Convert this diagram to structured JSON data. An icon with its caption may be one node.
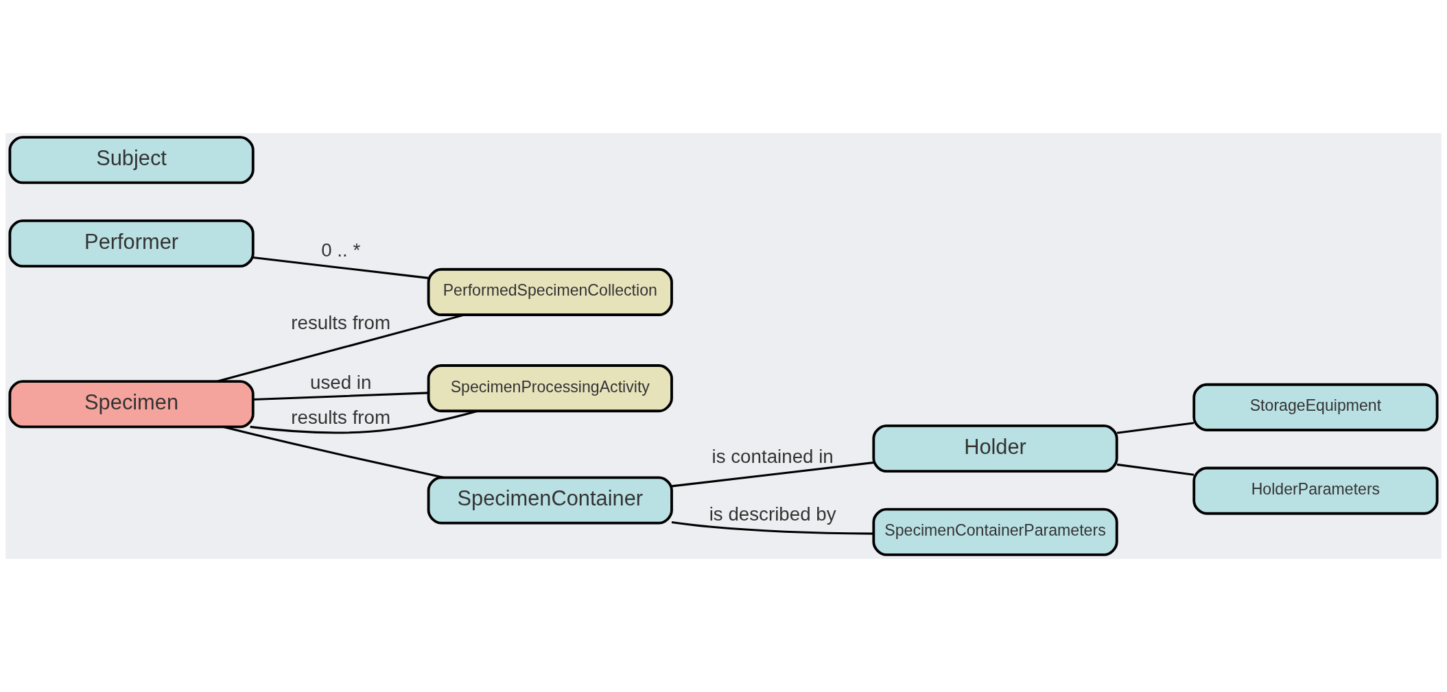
{
  "diagram": {
    "nodes": [
      {
        "text": [
          "Performer"
        ]
      },
      {
        "text": [
          "PerformedSpecimenCollection"
        ]
      },
      {
        "text": [
          "Subject"
        ]
      },
      {
        "text": [
          "Specimen"
        ]
      },
      {
        "text": [
          "SpecimenProcessingActivity"
        ]
      },
      {
        "text": [
          "SpecimenContainer"
        ]
      },
      {
        "text": [
          "Holder"
        ]
      },
      {
        "text": [
          "SpecimenContainerParameters"
        ]
      },
      {
        "text": [
          "StorageEquipment"
        ]
      },
      {
        "text": [
          "HolderParameters"
        ]
      }
    ],
    "edges": [
      {
        "from": 0,
        "to": 1,
        "arrow": "none",
        "label": "0 .. *"
      },
      {
        "from": 3,
        "to": 1,
        "arrow": "none",
        "label": "results from"
      },
      {
        "from": 3,
        "to": 4,
        "arrow": "none",
        "label": "used in"
      },
      {
        "from": 3,
        "to": 4,
        "arrow": "none",
        "label": "results from"
      },
      {
        "from": 3,
        "to": 5,
        "arrow": "none"
      },
      {
        "from": 5,
        "to": 6,
        "arrow": "none",
        "label": "is contained in"
      },
      {
        "from": 5,
        "to": 7,
        "arrow": "none",
        "label": "is described by"
      },
      {
        "from": 6,
        "to": 8,
        "arrow": "none"
      },
      {
        "from": 6,
        "to": 9,
        "arrow": "none"
      }
    ]
  }
}
